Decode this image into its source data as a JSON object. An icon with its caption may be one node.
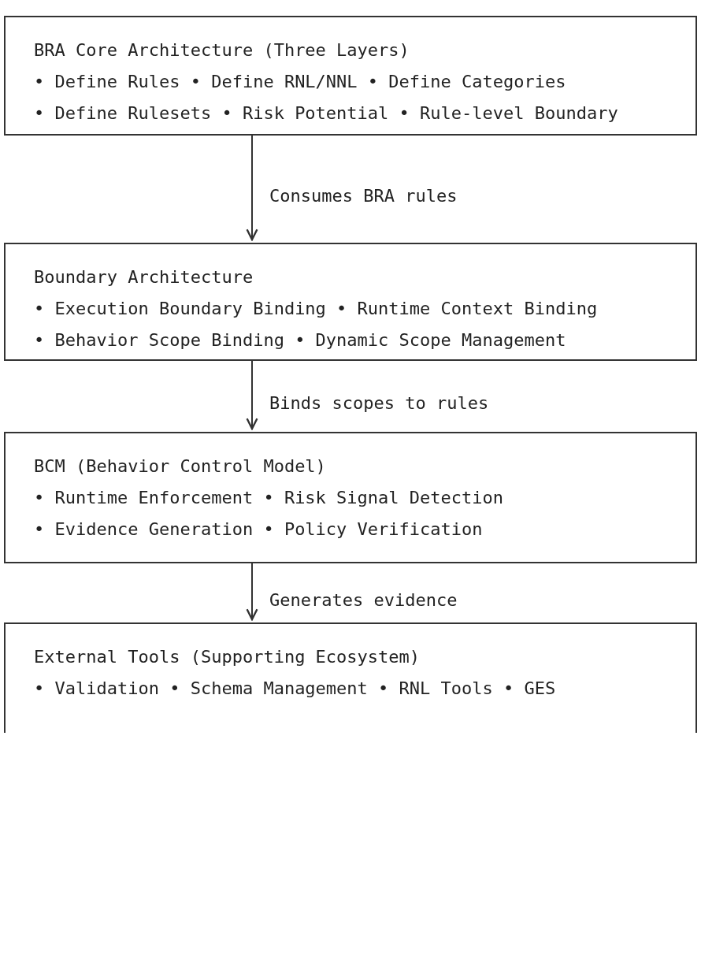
{
  "diagram": {
    "nodes": [
      {
        "text": [
          "BRA Core Architecture (Three Layers)",
          "• Define Rules • Define RNL/NNL • Define Categories",
          "• Define Rulesets • Risk Potential • Rule-level Boundary"
        ]
      },
      {
        "text": [
          "Boundary Architecture",
          "• Execution Boundary Binding • Runtime Context Binding",
          "• Behavior Scope Binding • Dynamic Scope Management"
        ]
      },
      {
        "text": [
          "BCM (Behavior Control Model)",
          "• Runtime Enforcement • Risk Signal Detection",
          "• Evidence Generation • Policy Verification"
        ]
      },
      {
        "text": [
          "External Tools (Supporting Ecosystem)",
          "• Validation • Schema Management • RNL Tools • GES"
        ]
      }
    ],
    "edges": [
      {
        "from": 0,
        "to": 1,
        "arrow": "to",
        "label": "Consumes BRA rules"
      },
      {
        "from": 1,
        "to": 2,
        "arrow": "to",
        "label": "Binds scopes to rules"
      },
      {
        "from": 2,
        "to": 3,
        "arrow": "to",
        "label": "Generates evidence"
      }
    ]
  }
}
